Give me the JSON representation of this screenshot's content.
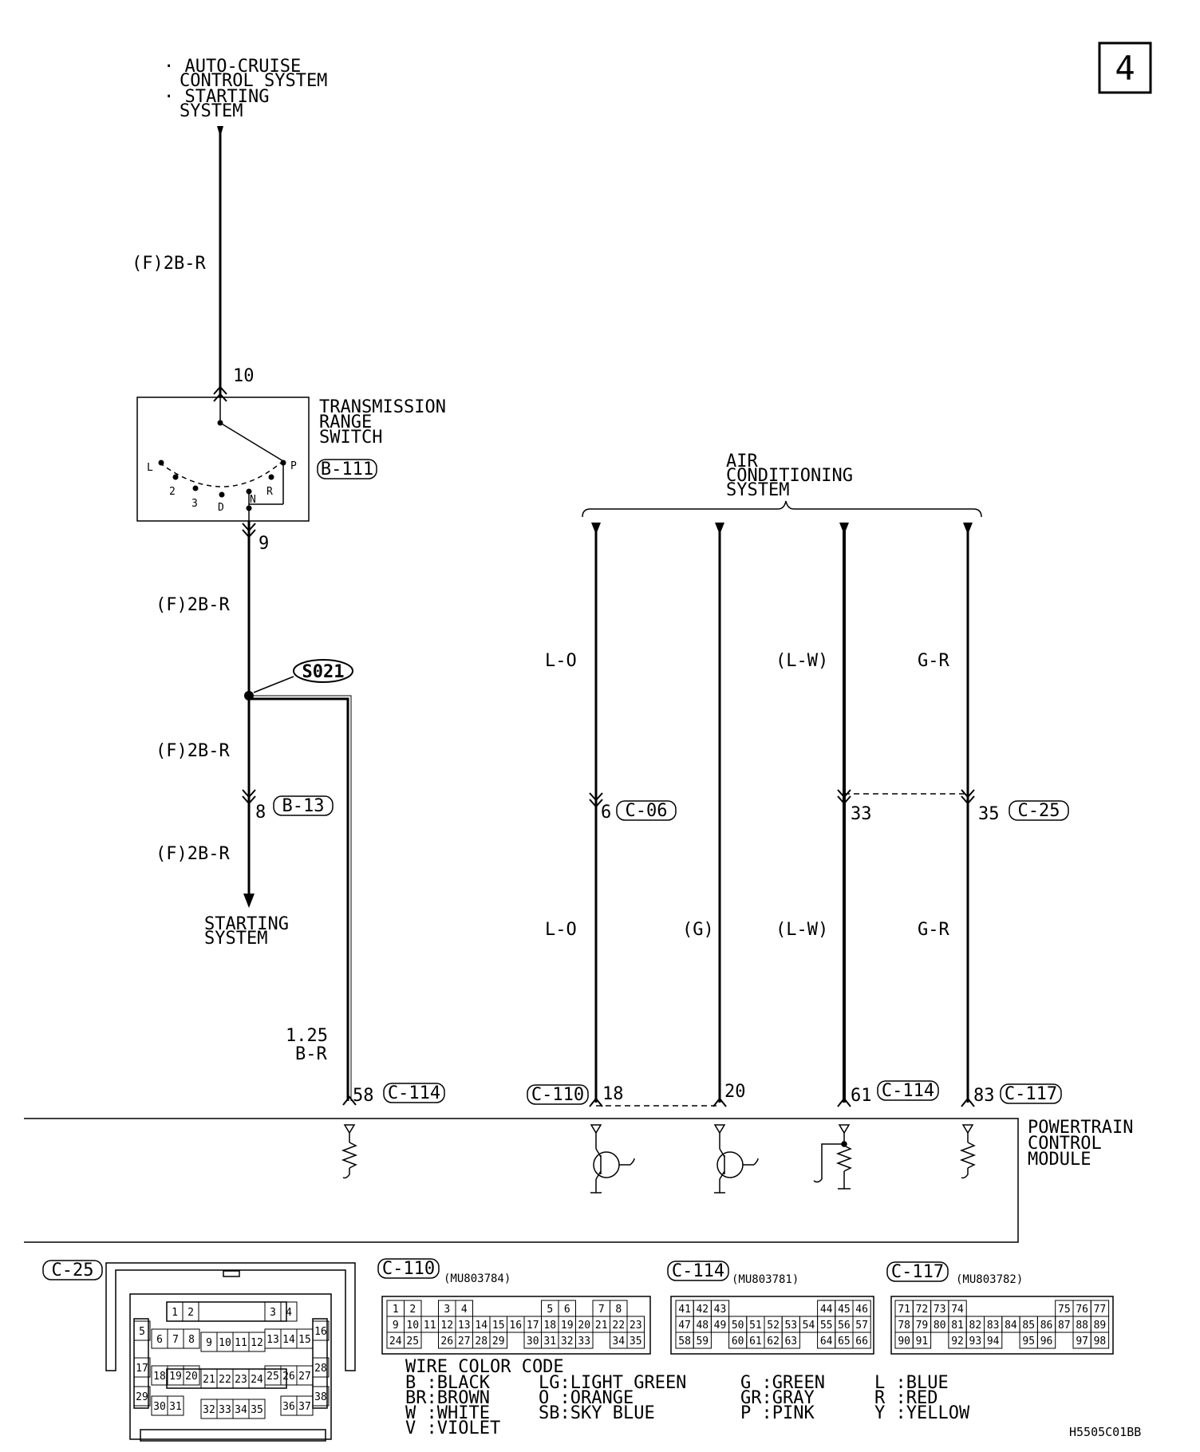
{
  "page_number": "4",
  "figure_id": "H5505C01BB",
  "top_source": {
    "line1": "· AUTO-CRUISE",
    "line2": "CONTROL SYSTEM",
    "line3": "· STARTING",
    "line4": "SYSTEM"
  },
  "trs": {
    "title1": "TRANSMISSION",
    "title2": "RANGE",
    "title3": "SWITCH",
    "connector": "B-111",
    "pin_top": "10",
    "pin_bottom": "9",
    "positions": [
      "L",
      "2",
      "3",
      "D",
      "N",
      "R",
      "P"
    ]
  },
  "wires": {
    "top_wire": "(F)2B-R",
    "mid_wire": "(F)2B-R",
    "below_splice": "(F)2B-R",
    "to_starting": "(F)2B-R",
    "splice": "S021",
    "pin_8": "8",
    "conn_b13": "B-13",
    "starting_system1": "STARTING",
    "starting_system2": "SYSTEM",
    "br_size": "1.25",
    "br_color": "B-R"
  },
  "ac": {
    "title1": "AIR",
    "title2": "CONDITIONING",
    "title3": "SYSTEM",
    "w1_upper": "L-O",
    "w1_lower": "L-O",
    "w2_lower": "(G)",
    "w3_upper": "(L-W)",
    "w3_lower": "(L-W)",
    "w4_upper": "G-R",
    "w4_lower": "G-R",
    "pin_6": "6",
    "conn_c06": "C-06",
    "pin_33": "33",
    "pin_35": "35",
    "conn_c25": "C-25"
  },
  "pcm": {
    "title1": "POWERTRAIN",
    "title2": "CONTROL",
    "title3": "MODULE",
    "pin_58": "58",
    "conn_58": "C-114",
    "conn_18": "C-110",
    "pin_18": "18",
    "pin_20": "20",
    "pin_61": "61",
    "conn_61": "C-114",
    "pin_83": "83",
    "conn_83": "C-117"
  },
  "connectors": {
    "c25": {
      "name": "C-25",
      "rows": [
        [
          "1",
          "2",
          "3",
          "4"
        ],
        [
          "5",
          "6",
          "7",
          "8",
          "13",
          "14",
          "15",
          "16"
        ],
        [
          "9",
          "10",
          "11",
          "12"
        ],
        [
          "17",
          "18",
          "19",
          "20",
          "21",
          "22",
          "23",
          "24",
          "25",
          "26",
          "27",
          "28"
        ],
        [
          "29",
          "30",
          "31",
          "32",
          "33",
          "34",
          "35",
          "36",
          "37",
          "38"
        ]
      ]
    },
    "c110": {
      "name": "C-110",
      "part": "(MU803784)",
      "rows": [
        [
          "1",
          "2",
          "",
          "3",
          "4",
          "",
          "",
          "",
          "",
          "5",
          "6",
          "",
          "7",
          "8"
        ],
        [
          "9",
          "10",
          "11",
          "12",
          "13",
          "14",
          "15",
          "16",
          "17",
          "18",
          "19",
          "20",
          "21",
          "22",
          "23"
        ],
        [
          "24",
          "25",
          "",
          "26",
          "27",
          "28",
          "29",
          "",
          "30",
          "31",
          "32",
          "33",
          "",
          "34",
          "35"
        ]
      ]
    },
    "c114": {
      "name": "C-114",
      "part": "(MU803781)",
      "rows": [
        [
          "41",
          "42",
          "43",
          "",
          "",
          "",
          "",
          "",
          "44",
          "45",
          "46"
        ],
        [
          "47",
          "48",
          "49",
          "50",
          "51",
          "52",
          "53",
          "54",
          "55",
          "56",
          "57"
        ],
        [
          "58",
          "59",
          "",
          "60",
          "61",
          "62",
          "63",
          "",
          "64",
          "65",
          "66"
        ]
      ]
    },
    "c117": {
      "name": "C-117",
      "part": "(MU803782)",
      "rows": [
        [
          "71",
          "72",
          "73",
          "74",
          "",
          "",
          "",
          "",
          "",
          "75",
          "76",
          "77"
        ],
        [
          "78",
          "79",
          "80",
          "81",
          "82",
          "83",
          "84",
          "85",
          "86",
          "87",
          "88",
          "89"
        ],
        [
          "90",
          "91",
          "",
          "92",
          "93",
          "94",
          "",
          "95",
          "96",
          "",
          "97",
          "98"
        ]
      ]
    }
  },
  "color_code": {
    "title": "WIRE COLOR CODE",
    "col1": [
      "B :BLACK",
      "BR:BROWN",
      "W :WHITE",
      "V :VIOLET"
    ],
    "col2": [
      "LG:LIGHT GREEN",
      "O :ORANGE",
      "SB:SKY BLUE"
    ],
    "col3": [
      "G :GREEN",
      "GR:GRAY",
      "P :PINK"
    ],
    "col4": [
      "L :BLUE",
      "R :RED",
      "Y :YELLOW"
    ]
  }
}
